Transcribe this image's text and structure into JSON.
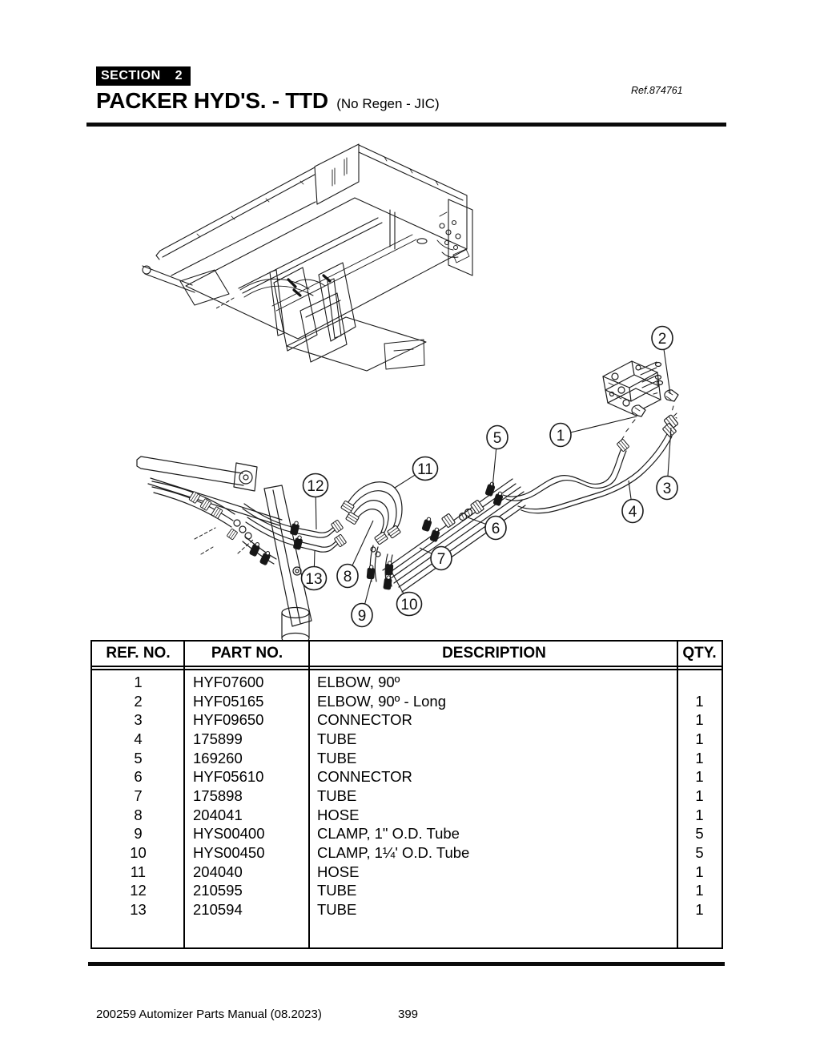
{
  "header": {
    "section_word": "SECTION",
    "section_number": "2",
    "title": "PACKER HYD'S. - TTD",
    "subtitle": "(No Regen - JIC)",
    "ref": "Ref.874761"
  },
  "diagram": {
    "description": "Exploded isometric drawing of packer hydraulic tubes, hoses, clamps and valve fittings on truck chassis",
    "callouts": [
      {
        "n": "1"
      },
      {
        "n": "2"
      },
      {
        "n": "3"
      },
      {
        "n": "4"
      },
      {
        "n": "5"
      },
      {
        "n": "6"
      },
      {
        "n": "7"
      },
      {
        "n": "8"
      },
      {
        "n": "9"
      },
      {
        "n": "10"
      },
      {
        "n": "11"
      },
      {
        "n": "12"
      },
      {
        "n": "13"
      }
    ]
  },
  "table": {
    "columns": [
      "REF. NO.",
      "PART NO.",
      "DESCRIPTION",
      "QTY."
    ],
    "rows": [
      {
        "ref": "1",
        "part": "HYF07600",
        "desc": "ELBOW, 90º",
        "qty": ""
      },
      {
        "ref": "2",
        "part": "HYF05165",
        "desc": "ELBOW, 90º - Long",
        "qty": "1"
      },
      {
        "ref": "3",
        "part": "HYF09650",
        "desc": "CONNECTOR",
        "qty": "1"
      },
      {
        "ref": "4",
        "part": "175899",
        "desc": "TUBE",
        "qty": "1"
      },
      {
        "ref": "5",
        "part": "169260",
        "desc": "TUBE",
        "qty": "1"
      },
      {
        "ref": "6",
        "part": "HYF05610",
        "desc": "CONNECTOR",
        "qty": "1"
      },
      {
        "ref": "7",
        "part": "175898",
        "desc": "TUBE",
        "qty": "1"
      },
      {
        "ref": "8",
        "part": "204041",
        "desc": "HOSE",
        "qty": "1"
      },
      {
        "ref": "9",
        "part": "HYS00400",
        "desc": "CLAMP, 1\" O.D. Tube",
        "qty": "5"
      },
      {
        "ref": "10",
        "part": "HYS00450",
        "desc": "CLAMP, 1¼' O.D. Tube",
        "qty": "5"
      },
      {
        "ref": "11",
        "part": "204040",
        "desc": "HOSE",
        "qty": "1"
      },
      {
        "ref": "12",
        "part": "210595",
        "desc": "TUBE",
        "qty": "1"
      },
      {
        "ref": "13",
        "part": "210594",
        "desc": "TUBE",
        "qty": "1"
      }
    ]
  },
  "footer": {
    "left": "200259 Automizer Parts Manual (08.2023)",
    "page": "399"
  }
}
